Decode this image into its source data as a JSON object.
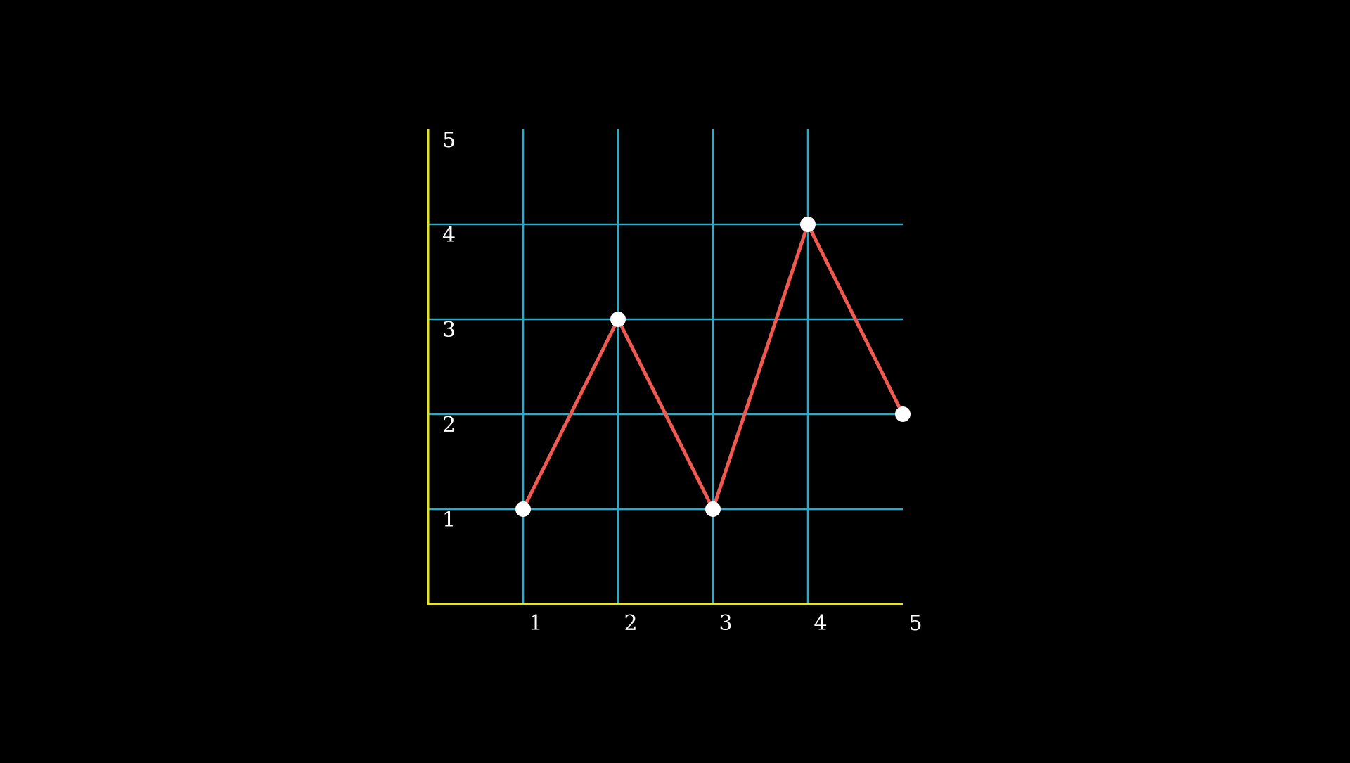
{
  "chart_data": {
    "type": "line",
    "title": "",
    "xlabel": "",
    "ylabel": "",
    "xlim": [
      0,
      5
    ],
    "ylim": [
      0,
      5
    ],
    "grid": true,
    "x_ticks": [
      "1",
      "2",
      "3",
      "4",
      "5"
    ],
    "y_ticks": [
      "1",
      "2",
      "3",
      "4",
      "5"
    ],
    "series": [
      {
        "x": [
          1,
          2,
          3,
          4,
          5
        ],
        "y": [
          1,
          3,
          1,
          4,
          2
        ]
      }
    ],
    "colors": {
      "background": "#000000",
      "axes": "#e6e619",
      "grid": "#29abca",
      "line": "#ee5a52",
      "markers": "#ffffff",
      "text": "#ffffff"
    }
  }
}
